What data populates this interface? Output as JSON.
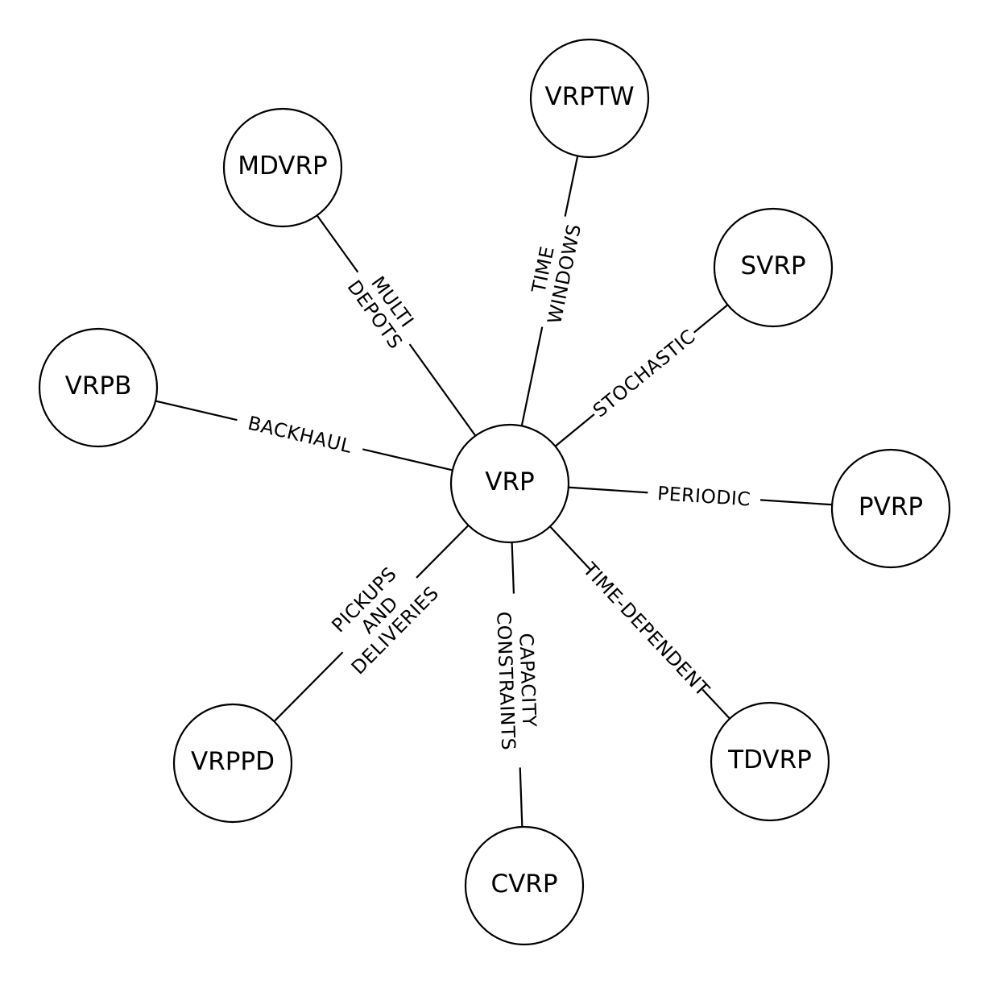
{
  "diagram": {
    "center": {
      "label": "VRP"
    },
    "nodes": [
      {
        "id": "vrptw",
        "label": "VRPTW"
      },
      {
        "id": "mdvrp",
        "label": "MDVRP"
      },
      {
        "id": "svrp",
        "label": "SVRP"
      },
      {
        "id": "vrpb",
        "label": "VRPB"
      },
      {
        "id": "pvrp",
        "label": "PVRP"
      },
      {
        "id": "vrppd",
        "label": "VRPPD"
      },
      {
        "id": "cvrp",
        "label": "CVRP"
      },
      {
        "id": "tdvrp",
        "label": "TDVRP"
      }
    ],
    "edges": [
      {
        "to": "vrptw",
        "label_lines": [
          "TIME",
          "WINDOWS"
        ]
      },
      {
        "to": "mdvrp",
        "label_lines": [
          "MULTI",
          "DEPOTS"
        ]
      },
      {
        "to": "svrp",
        "label_lines": [
          "STOCHASTIC"
        ]
      },
      {
        "to": "vrpb",
        "label_lines": [
          "BACKHAUL"
        ]
      },
      {
        "to": "pvrp",
        "label_lines": [
          "PERIODIC"
        ]
      },
      {
        "to": "vrppd",
        "label_lines": [
          "PICKUPS",
          "AND",
          "DELIVERIES"
        ]
      },
      {
        "to": "cvrp",
        "label_lines": [
          "CAPACITY",
          "CONSTRAINTS"
        ]
      },
      {
        "to": "tdvrp",
        "label_lines": [
          "TIME-DEPENDENT"
        ]
      }
    ]
  }
}
